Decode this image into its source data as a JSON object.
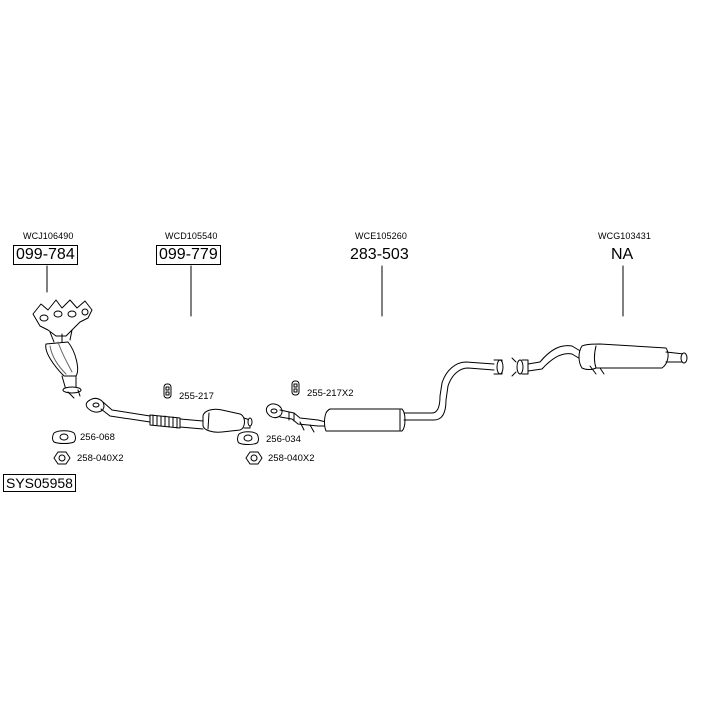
{
  "sections": [
    {
      "code": "WCJ106490",
      "part": "099-784"
    },
    {
      "code": "WCD105540",
      "part": "099-779"
    },
    {
      "code": "WCE105260",
      "part": "283-503"
    },
    {
      "code": "WCG103431",
      "part": "NA"
    }
  ],
  "hardware": [
    {
      "id": "255-217",
      "icon": "rubber-hanger-icon"
    },
    {
      "id": "256-068",
      "icon": "gasket-icon"
    },
    {
      "id": "258-040X2",
      "icon": "nut-icon"
    },
    {
      "id": "255-217X2",
      "icon": "rubber-hanger-icon"
    },
    {
      "id": "256-034",
      "icon": "gasket-icon"
    },
    {
      "id": "258-040X2",
      "icon": "nut-icon"
    }
  ],
  "system_code": "SYS05958"
}
